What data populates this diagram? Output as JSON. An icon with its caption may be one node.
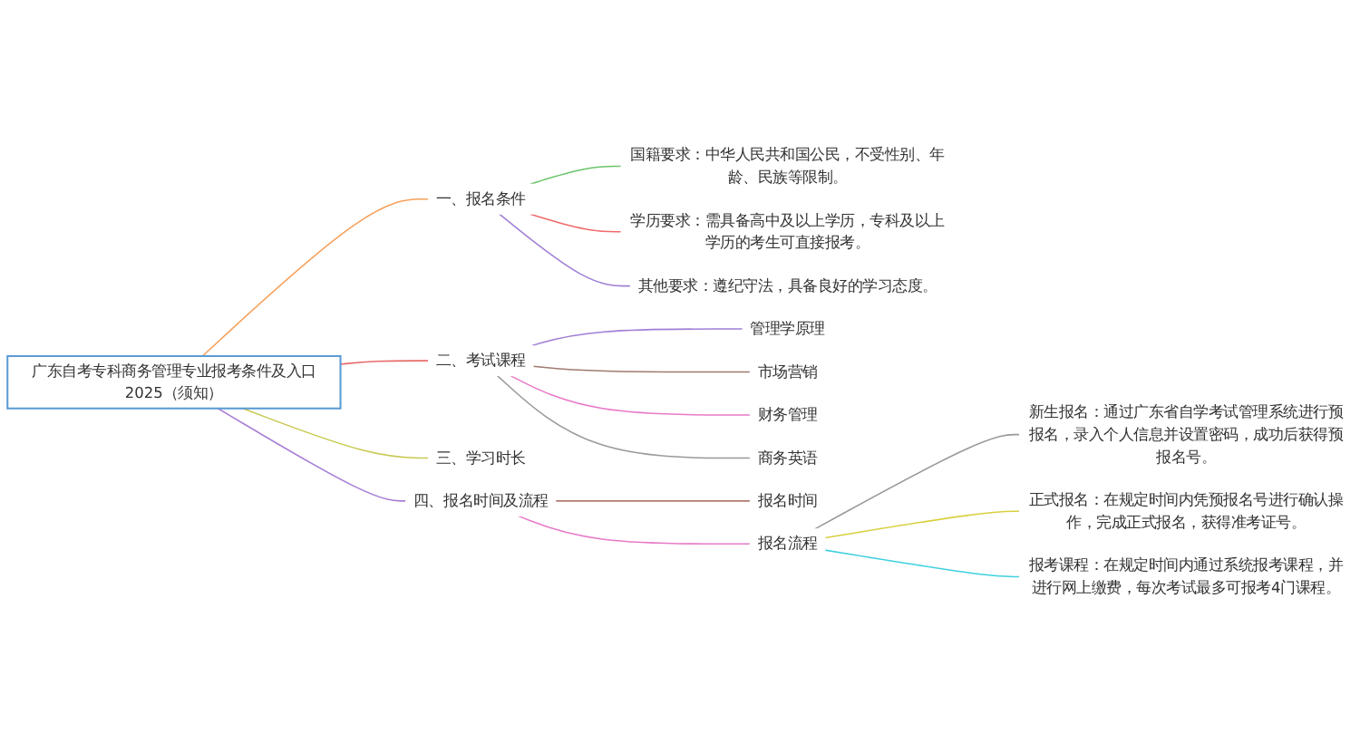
{
  "diagram": {
    "nodes": [
      {
        "text": [
          "广东自考专科商务管理专业报考条件及入口2025（须知）"
        ]
      },
      {
        "text": [
          "一、报名条件"
        ]
      },
      {
        "text": [
          "国籍要求：中华人民共和国公民，不受性别、年龄、民族等限制。"
        ]
      },
      {
        "text": [
          "学历要求：需具备高中及以上学历，专科及以上学历的考生可直接报考。"
        ]
      },
      {
        "text": [
          "其他要求：遵纪守法，具备良好的学习态度。"
        ]
      },
      {
        "text": [
          "二、考试课程"
        ]
      },
      {
        "text": [
          "管理学原理"
        ]
      },
      {
        "text": [
          "市场营销"
        ]
      },
      {
        "text": [
          "财务管理"
        ]
      },
      {
        "text": [
          "商务英语"
        ]
      },
      {
        "text": [
          "三、学习时长"
        ]
      },
      {
        "text": [
          "四、报名时间及流程"
        ]
      },
      {
        "text": [
          "报名时间"
        ]
      },
      {
        "text": [
          "报名流程"
        ]
      },
      {
        "text": [
          "新生报名：通过广东省自学考试管理系统进行预报名，录入个人信息并设置密码，成功后获得预报名号。"
        ]
      },
      {
        "text": [
          "正式报名：在规定时间内凭预报名号进行确认操作，完成正式报名，获得准考证号。"
        ]
      },
      {
        "text": [
          "报考课程：在规定时间内通过系统报考课程，并进行网上缴费，每次考试最多可报考4门课程。"
        ]
      }
    ],
    "edges": [
      {
        "from": 0,
        "to": 1,
        "arrow": "none",
        "color": "#f5a05a"
      },
      {
        "from": 1,
        "to": 2,
        "arrow": "none",
        "color": "#6cc46c"
      },
      {
        "from": 1,
        "to": 3,
        "arrow": "none",
        "color": "#f06a6a"
      },
      {
        "from": 1,
        "to": 4,
        "arrow": "none",
        "color": "#a07fd6"
      },
      {
        "from": 0,
        "to": 5,
        "arrow": "none",
        "color": "#e86a6a"
      },
      {
        "from": 5,
        "to": 6,
        "arrow": "none",
        "color": "#a07fd6"
      },
      {
        "from": 5,
        "to": 7,
        "arrow": "none",
        "color": "#a07a70"
      },
      {
        "from": 5,
        "to": 8,
        "arrow": "none",
        "color": "#e87ac8"
      },
      {
        "from": 5,
        "to": 9,
        "arrow": "none",
        "color": "#999999"
      },
      {
        "from": 0,
        "to": 10,
        "arrow": "none",
        "color": "#c8c850"
      },
      {
        "from": 0,
        "to": 11,
        "arrow": "none",
        "color": "#a97fd6"
      },
      {
        "from": 11,
        "to": 12,
        "arrow": "none",
        "color": "#b07a70"
      },
      {
        "from": 11,
        "to": 13,
        "arrow": "none",
        "color": "#e87ac8"
      },
      {
        "from": 13,
        "to": 14,
        "arrow": "none",
        "color": "#999999"
      },
      {
        "from": 13,
        "to": 15,
        "arrow": "none",
        "color": "#d8d040"
      },
      {
        "from": 13,
        "to": 16,
        "arrow": "none",
        "color": "#40d0e0"
      }
    ]
  }
}
